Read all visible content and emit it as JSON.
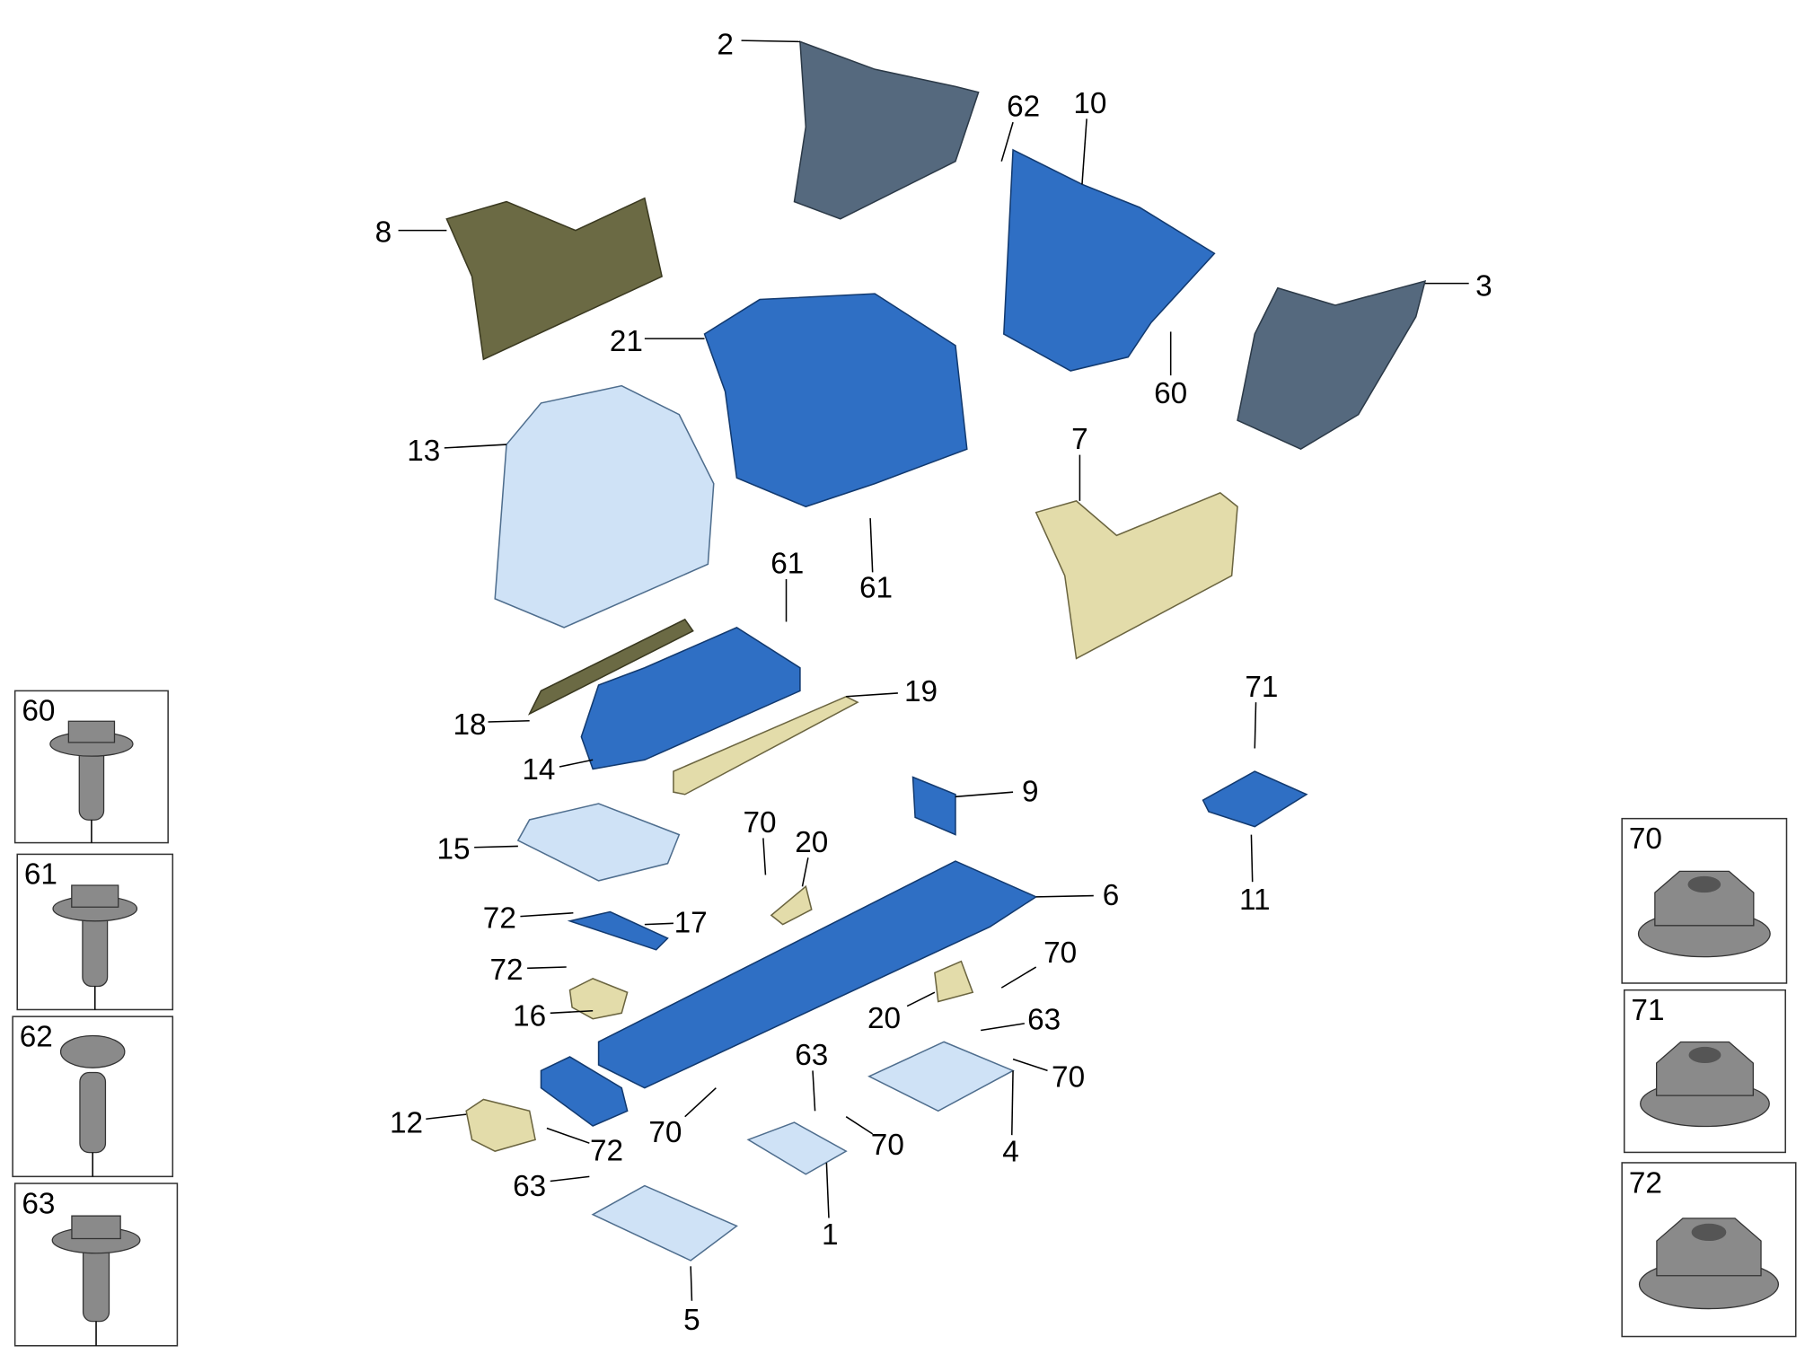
{
  "diagram": {
    "callouts": [
      "2",
      "8",
      "62",
      "10",
      "3",
      "21",
      "60",
      "13",
      "7",
      "61",
      "61",
      "19",
      "18",
      "14",
      "71",
      "9",
      "11",
      "15",
      "70",
      "20",
      "6",
      "72",
      "17",
      "70",
      "72",
      "16",
      "20",
      "63",
      "63",
      "70",
      "12",
      "70",
      "72",
      "70",
      "4",
      "63",
      "1",
      "5"
    ],
    "insets": [
      "60",
      "61",
      "62",
      "63",
      "70",
      "71",
      "72"
    ]
  },
  "colors": {
    "part_blue": "#2f6fc4",
    "trim_olive": "#6b6a44",
    "trim_tan": "#e3dcaa",
    "slate": "#55697e",
    "light_blue": "#cfe2f6"
  }
}
